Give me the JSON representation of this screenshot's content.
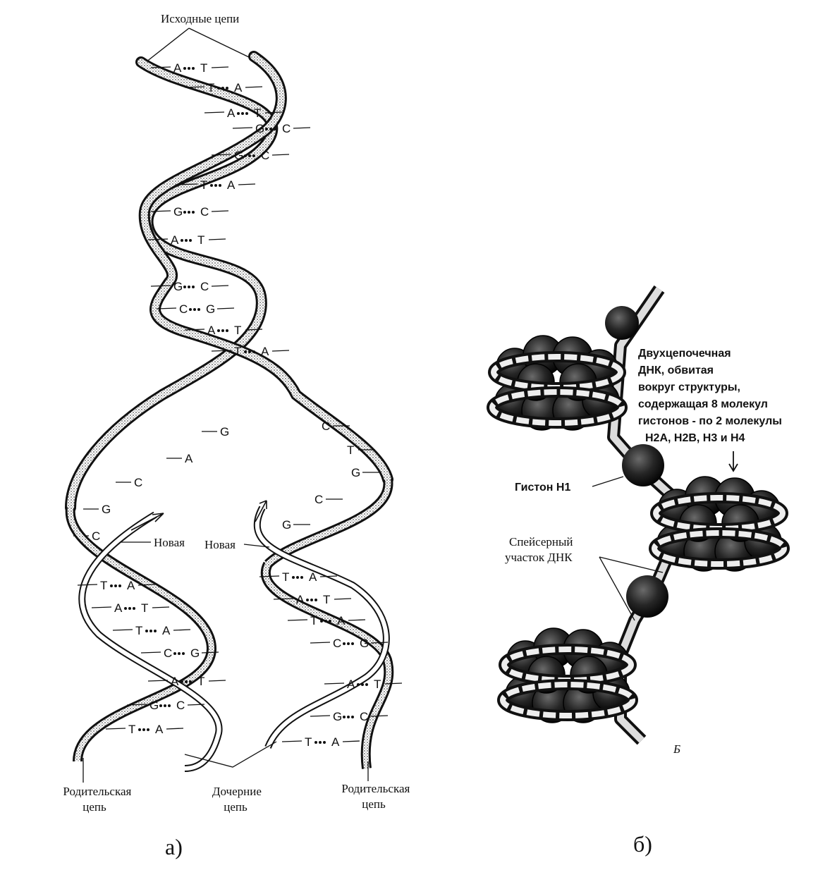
{
  "panel_a": {
    "letter": "а)",
    "top_label": "Исходные цепи",
    "new_left": "Новая",
    "new_right": "Новая",
    "parent_left": [
      "Родительская",
      "цепь"
    ],
    "daughter": [
      "Дочерние",
      "цепь"
    ],
    "parent_right": [
      "Родительская",
      "цепь"
    ],
    "pairs_top": [
      [
        "A",
        "T"
      ],
      [
        "T",
        "A"
      ],
      [
        "A",
        "T"
      ],
      [
        "G",
        "C"
      ],
      [
        "G",
        "C"
      ],
      [
        "T",
        "A"
      ],
      [
        "G",
        "C"
      ],
      [
        "A",
        "T"
      ],
      [
        "G",
        "C"
      ],
      [
        "C",
        "G"
      ],
      [
        "A",
        "T"
      ],
      [
        "T",
        "A"
      ]
    ],
    "unpaired_left": [
      "G",
      "A",
      "C",
      "G",
      "C"
    ],
    "unpaired_right": [
      "C",
      "T",
      "G",
      "C",
      "G"
    ],
    "pairs_left_new": [
      [
        "T",
        "A"
      ],
      [
        "A",
        "T"
      ],
      [
        "T",
        "A"
      ],
      [
        "C",
        "G"
      ],
      [
        "A",
        "T"
      ],
      [
        "G",
        "C"
      ],
      [
        "T",
        "A"
      ]
    ],
    "pairs_right_new": [
      [
        "T",
        "A"
      ],
      [
        "A",
        "T"
      ],
      [
        "T",
        "A"
      ],
      [
        "C",
        "G"
      ],
      [
        "A",
        "T"
      ],
      [
        "G",
        "C"
      ],
      [
        "T",
        "A"
      ]
    ]
  },
  "panel_b": {
    "letter": "б)",
    "caption_letter": "Б",
    "dna_label": [
      "Двухцепочечная",
      "ДНК, обвитая",
      "вокруг структуры,",
      "содержащая 8 молекул",
      "гистонов - по 2 молекулы",
      "Н2А, Н2В, Н3 и Н4"
    ],
    "histone_label": "Гистон Н1",
    "spacer_label": [
      "Спейсерный",
      "участок ДНК"
    ]
  }
}
